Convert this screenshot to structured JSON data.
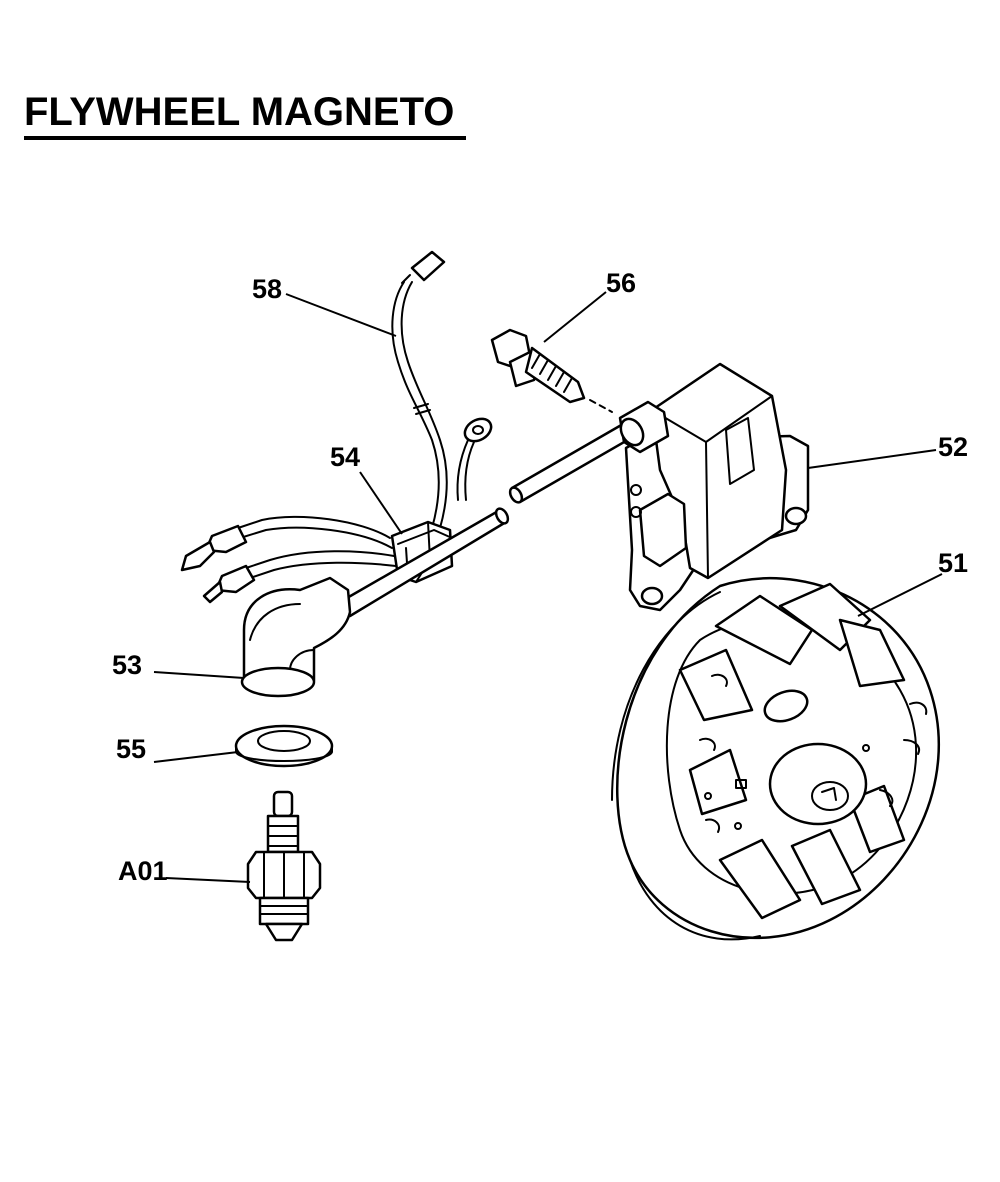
{
  "title": "FLYWHEEL MAGNETO",
  "colors": {
    "line": "#000000",
    "background": "#ffffff"
  },
  "callouts": {
    "c58": "58",
    "c56": "56",
    "c54": "54",
    "c52": "52",
    "c51": "51",
    "c53": "53",
    "c55": "55",
    "cA01": "A01"
  }
}
